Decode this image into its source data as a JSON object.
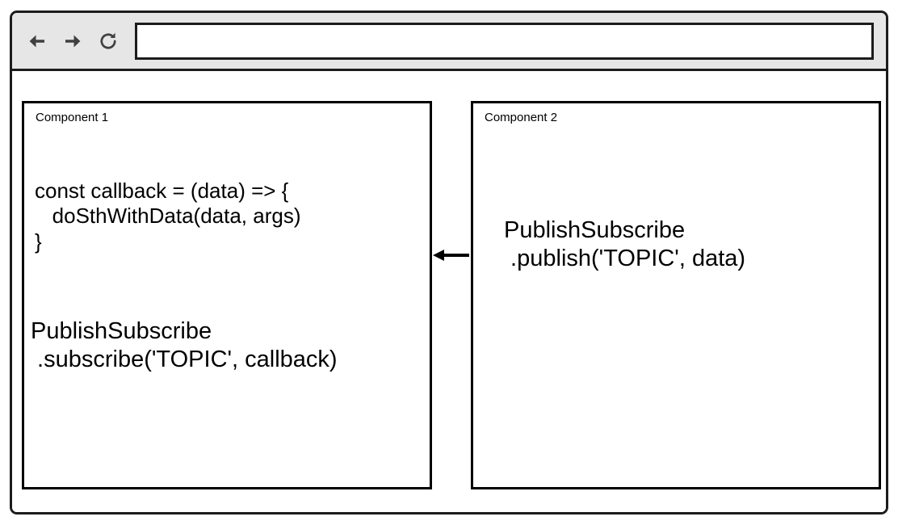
{
  "browser": {
    "toolbar": {
      "back_icon": "back-arrow-icon",
      "forward_icon": "forward-arrow-icon",
      "reload_icon": "reload-icon",
      "url_value": "",
      "url_placeholder": ""
    }
  },
  "diagram": {
    "components": [
      {
        "label": "Component 1",
        "snippets": [
          "const callback = (data) => {\n   doSthWithData(data, args)\n}",
          "PublishSubscribe\n .subscribe('TOPIC', callback)"
        ]
      },
      {
        "label": "Component 2",
        "snippets": [
          "PublishSubscribe\n .publish('TOPIC', data)"
        ]
      }
    ],
    "connector": {
      "direction": "left",
      "from": "Component 2",
      "to": "Component 1"
    }
  },
  "colors": {
    "frame_border": "#1c1c1c",
    "toolbar_background": "#e6e6e6",
    "box_border": "#000000",
    "icon": "#404040",
    "text": "#000000",
    "page_background": "#ffffff"
  }
}
